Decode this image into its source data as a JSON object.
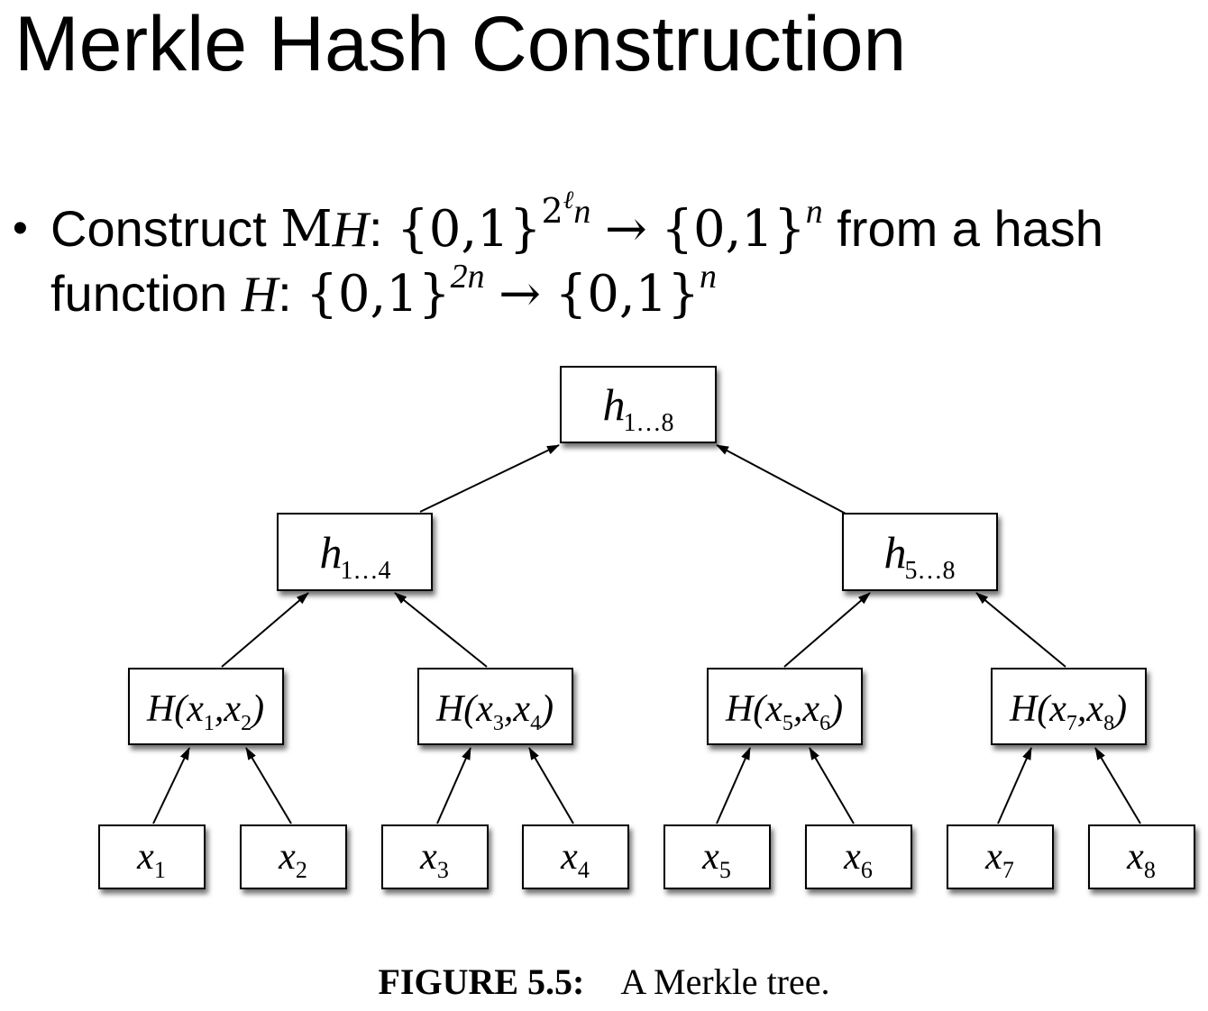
{
  "slide": {
    "title": "Merkle Hash Construction"
  },
  "bullet": {
    "symbol": "•",
    "w_construct": "Construct ",
    "mh_roman": "M",
    "mh_italic": "H",
    "colon": ":",
    "set": "{0,1}",
    "exp_base": "2",
    "exp_ell": "ℓ",
    "exp_n": "n",
    "arrow": "→",
    "n": "n",
    "w_from": " from a hash",
    "w_function": "function ",
    "h": "H",
    "exp_2n": "2n"
  },
  "tree": {
    "root": {
      "base": "h",
      "sub": "1…8"
    },
    "level1": [
      {
        "base": "h",
        "sub": "1…4"
      },
      {
        "base": "h",
        "sub": "5…8"
      }
    ],
    "level2": [
      {
        "fn": "H(x",
        "a": "1",
        "mid": ",x",
        "b": "2",
        "end": ")"
      },
      {
        "fn": "H(x",
        "a": "3",
        "mid": ",x",
        "b": "4",
        "end": ")"
      },
      {
        "fn": "H(x",
        "a": "5",
        "mid": ",x",
        "b": "6",
        "end": ")"
      },
      {
        "fn": "H(x",
        "a": "7",
        "mid": ",x",
        "b": "8",
        "end": ")"
      }
    ],
    "leaves": [
      {
        "base": "x",
        "sub": "1"
      },
      {
        "base": "x",
        "sub": "2"
      },
      {
        "base": "x",
        "sub": "3"
      },
      {
        "base": "x",
        "sub": "4"
      },
      {
        "base": "x",
        "sub": "5"
      },
      {
        "base": "x",
        "sub": "6"
      },
      {
        "base": "x",
        "sub": "7"
      },
      {
        "base": "x",
        "sub": "8"
      }
    ]
  },
  "caption": {
    "label": "FIGURE 5.5:",
    "text": "A Merkle tree."
  }
}
